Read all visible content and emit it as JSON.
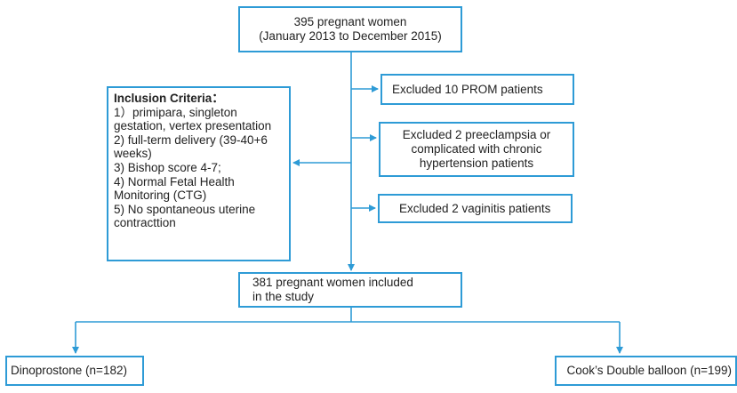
{
  "top_box": {
    "line1": "395 pregnant women",
    "line2": "(January 2013 to December 2015)"
  },
  "excluded": [
    {
      "lines": [
        "Excluded 10 PROM patients"
      ]
    },
    {
      "lines": [
        "Excluded 2  preeclampsia or",
        "complicated with chronic",
        "hypertension patients"
      ]
    },
    {
      "lines": [
        "Excluded 2 vaginitis patients"
      ]
    }
  ],
  "inclusion": {
    "title": "Inclusion Criteria：",
    "lines": [
      "1）primipara, singleton",
      "gestation, vertex presentation",
      "2) full-term delivery (39-40+6",
      "weeks)",
      "3) Bishop score 4-7;",
      "4) Normal Fetal Health",
      "Monitoring (CTG)",
      "5) No spontaneous uterine",
      "contracttion"
    ]
  },
  "mid_box": {
    "line1": "381 pregnant women included",
    "line2": "in the study"
  },
  "groups": {
    "left": "Dinoprostone (n=182)",
    "right": "Cook’s Double balloon (n=199)"
  },
  "colors": {
    "accent": "#2e9bd6"
  }
}
